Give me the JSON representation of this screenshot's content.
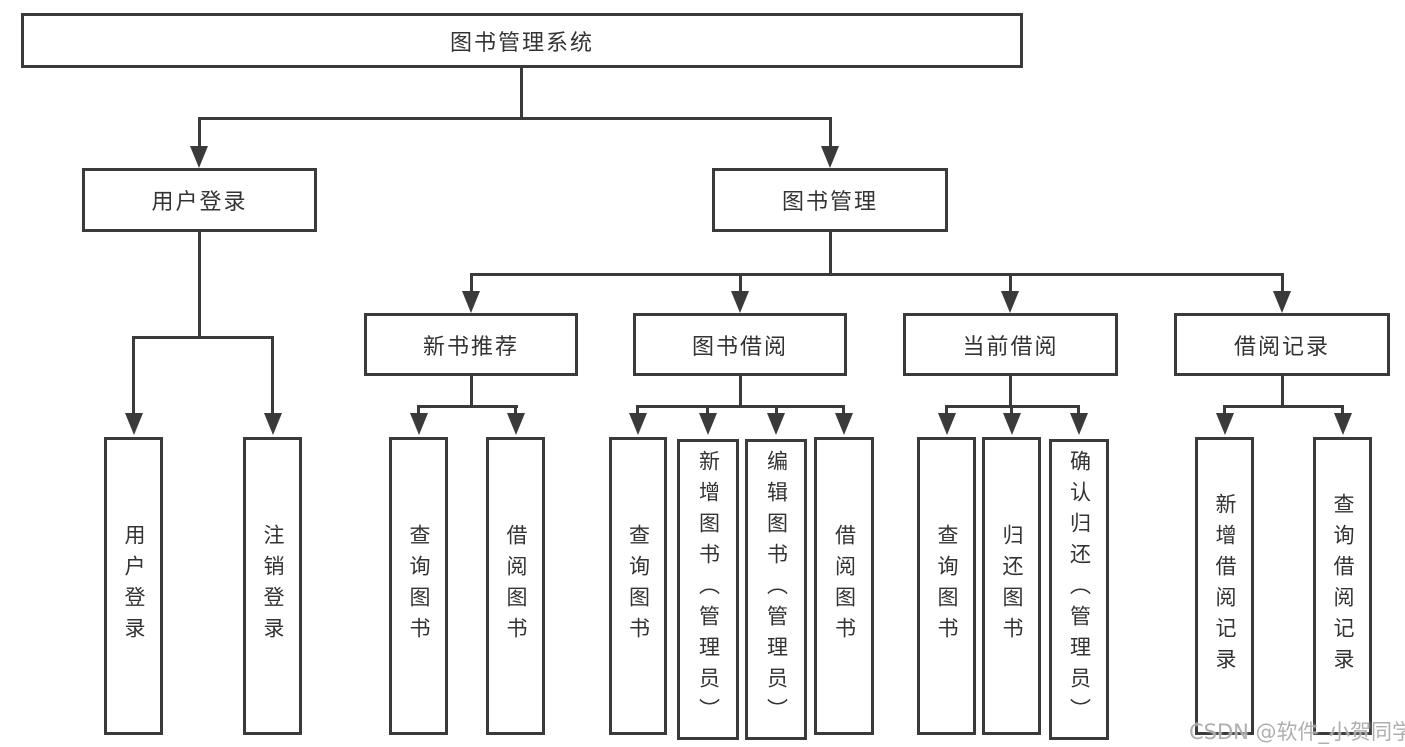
{
  "diagram_type": "hierarchy-tree",
  "tree": {
    "label": "图书管理系统",
    "children": [
      {
        "label": "用户登录",
        "children": [
          {
            "label": "用户登录"
          },
          {
            "label": "注销登录"
          }
        ]
      },
      {
        "label": "图书管理",
        "children": [
          {
            "label": "新书推荐",
            "children": [
              {
                "label": "查询图书"
              },
              {
                "label": "借阅图书"
              }
            ]
          },
          {
            "label": "图书借阅",
            "children": [
              {
                "label": "查询图书"
              },
              {
                "label": "新增图书（管理员）"
              },
              {
                "label": "编辑图书（管理员）"
              },
              {
                "label": "借阅图书"
              }
            ]
          },
          {
            "label": "当前借阅",
            "children": [
              {
                "label": "查询图书"
              },
              {
                "label": "归还图书"
              },
              {
                "label": "确认归还（管理员）"
              }
            ]
          },
          {
            "label": "借阅记录",
            "children": [
              {
                "label": "新增借阅记录"
              },
              {
                "label": "查询借阅记录"
              }
            ]
          }
        ]
      }
    ]
  },
  "watermark": "CSDN @软件_小贺同学",
  "colors": {
    "line": "#3a3a3a",
    "text": "#333333",
    "background": "#ffffff",
    "watermark": "#a8a8a8"
  }
}
